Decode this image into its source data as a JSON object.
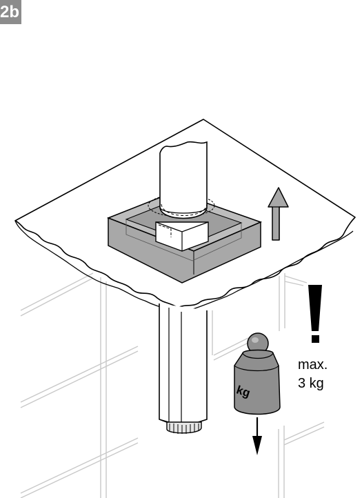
{
  "figure": {
    "step_label": "2b",
    "load_text_line1": "max.",
    "load_text_line2": "3 kg",
    "weight_text": "kg"
  },
  "colors": {
    "badge": "#8c8c8c",
    "flange": "#a8a8a8",
    "flange_dark": "#8a8a8a",
    "weight": "#8f8f8f",
    "wall_lines": "#c8c8c8",
    "ink": "#000000"
  },
  "icons": [
    "up-arrow-icon",
    "warning-exclamation-icon",
    "weight-icon",
    "down-arrow-icon"
  ]
}
